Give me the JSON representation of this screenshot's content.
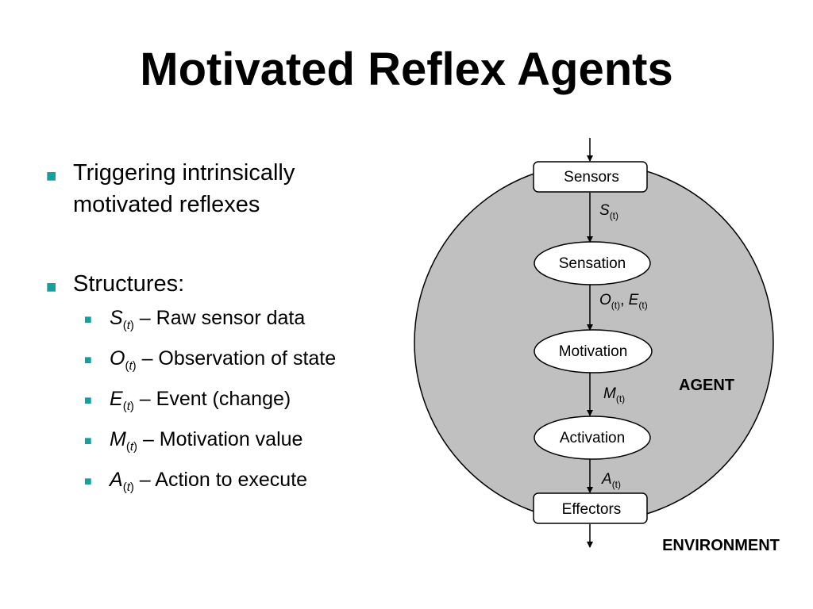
{
  "title": "Motivated Reflex Agents",
  "bullets": {
    "triggering": "Triggering intrinsically motivated reflexes",
    "structures": "Structures:",
    "items": [
      {
        "symbol": "S",
        "sub_open": "(",
        "sub_var": "t",
        "sub_close": ")",
        "desc": " – Raw sensor data"
      },
      {
        "symbol": "O",
        "sub_open": "(",
        "sub_var": "t",
        "sub_close": ")",
        "desc": " – Observation of state"
      },
      {
        "symbol": "E",
        "sub_open": "(",
        "sub_var": "t",
        "sub_close": ")",
        "desc": " – Event (change)"
      },
      {
        "symbol": "M",
        "sub_open": "(",
        "sub_var": "t",
        "sub_close": ")",
        "desc": " – Motivation value"
      },
      {
        "symbol": "A",
        "sub_open": "(",
        "sub_var": "t",
        "sub_close": ")",
        "desc": " – Action to execute"
      }
    ]
  },
  "diagram": {
    "nodes": {
      "sensors": "Sensors",
      "sensation": "Sensation",
      "motivation": "Motivation",
      "activation": "Activation",
      "effectors": "Effectors"
    },
    "edges": {
      "s": {
        "sym": "S",
        "sub": "(t)"
      },
      "o": {
        "sym": "O",
        "sub": "(t)"
      },
      "comma": ", ",
      "e": {
        "sym": "E",
        "sub": "(t)"
      },
      "m": {
        "sym": "M",
        "sub": "(t)"
      },
      "a": {
        "sym": "A",
        "sub": "(t)"
      }
    },
    "agent_label": "AGENT",
    "environment_label": "ENVIRONMENT"
  },
  "colors": {
    "bullet": "#179f9f",
    "agent_fill": "#c0c0c0"
  }
}
